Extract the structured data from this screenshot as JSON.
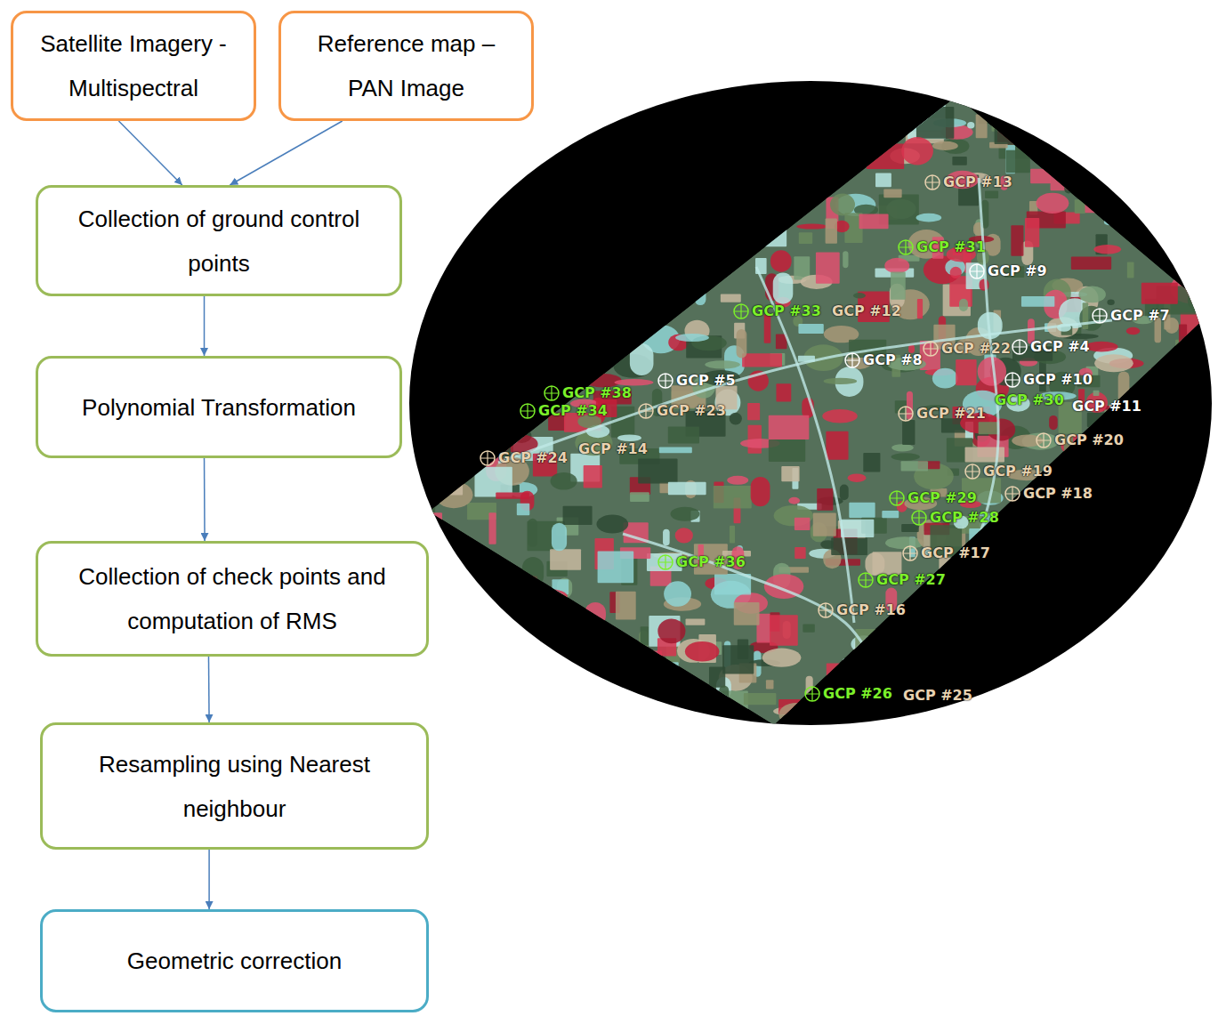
{
  "diagram": {
    "nodes": [
      {
        "text": [
          "Satellite Imagery - Multispectral"
        ]
      },
      {
        "text": [
          "Reference map – PAN Image"
        ]
      },
      {
        "text": [
          "Collection of ground control points"
        ]
      },
      {
        "text": [
          "Polynomial Transformation"
        ]
      },
      {
        "text": [
          "Collection of check points and computation of RMS"
        ]
      },
      {
        "text": [
          "Resampling using Nearest neighbour"
        ]
      },
      {
        "text": [
          "Geometric correction"
        ]
      }
    ],
    "edges": [
      {
        "from": 0,
        "to": 2,
        "arrow": "to"
      },
      {
        "from": 1,
        "to": 2,
        "arrow": "to"
      },
      {
        "from": 2,
        "to": 3,
        "arrow": "to"
      },
      {
        "from": 3,
        "to": 4,
        "arrow": "to"
      },
      {
        "from": 4,
        "to": 5,
        "arrow": "to"
      },
      {
        "from": 5,
        "to": 6,
        "arrow": "to"
      }
    ],
    "labels": [
      "GCP #13",
      "GCP #31",
      "GCP #9",
      "GCP #33",
      "GCP #12",
      "GCP #7",
      "GCP #8",
      "GCP #22",
      "GCP #4",
      "GCP #10",
      "GCP #30",
      "GCP #11",
      "GCP #5",
      "GCP #38",
      "GCP #34",
      "GCP #23",
      "GCP #21",
      "GCP #20",
      "GCP #24",
      "GCP #14",
      "GCP #19",
      "GCP #18",
      "GCP #29",
      "GCP #28",
      "GCP #17",
      "GCP #36",
      "GCP #27",
      "GCP #16",
      "GCP #26",
      "GCP #25"
    ]
  }
}
